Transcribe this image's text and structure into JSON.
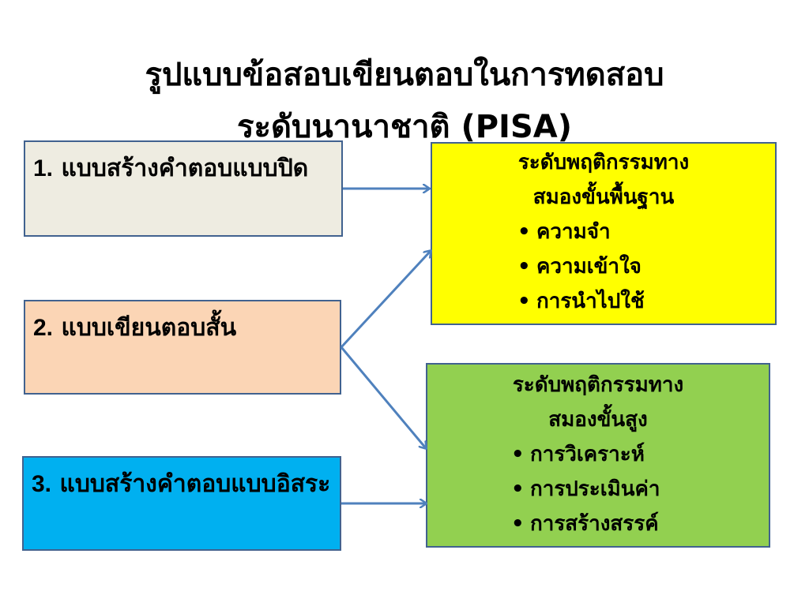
{
  "title": {
    "line1": "รูปแบบข้อสอบเขียนตอบในการทดสอบ",
    "line2": "ระดับนานาชาติ (PISA)"
  },
  "left_boxes": [
    {
      "num": "1.",
      "text": "แบบสร้างคำตอบแบบปิด",
      "color": "#eeece1"
    },
    {
      "num": "2.",
      "text": "แบบเขียนตอบสั้น",
      "color": "#fbd5b5"
    },
    {
      "num": "3.",
      "text": "แบบสร้างคำตอบแบบอิสระ",
      "color": "#00b0f0"
    }
  ],
  "right_boxes": [
    {
      "heading_line1": "ระดับพฤติกรรมทาง",
      "heading_line2": "สมองขั้นพื้นฐาน",
      "items": [
        "ความจำ",
        "ความเข้าใจ",
        "การนำไปใช้"
      ],
      "color": "#ffff00"
    },
    {
      "heading_line1": "ระดับพฤติกรรมทาง",
      "heading_line2": "สมองขั้นสูง",
      "items": [
        "การวิเคราะห์",
        "การประเมินค่า",
        "การสร้างสรรค์"
      ],
      "color": "#92d050"
    }
  ],
  "colors": {
    "border": "#41628f",
    "arrow": "#4f81bd"
  }
}
